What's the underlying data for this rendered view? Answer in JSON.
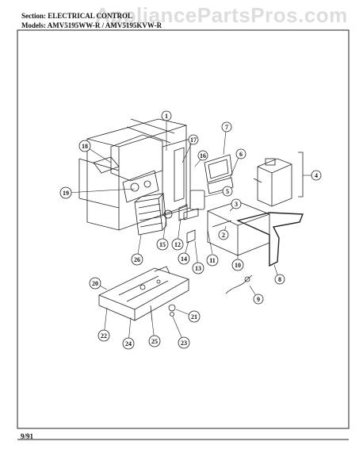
{
  "watermark": "AppliancePartsPros.com",
  "header": {
    "section_line": "Section: ELECTRICAL CONTROL",
    "models_line": "Models: AMV5195WW-R / AMV5195KVW-R"
  },
  "footer": {
    "date": "9/91"
  },
  "callouts": [
    "1",
    "2",
    "3",
    "4",
    "5",
    "6",
    "7",
    "8",
    "9",
    "10",
    "11",
    "12",
    "13",
    "14",
    "15",
    "16",
    "17",
    "18",
    "19",
    "20",
    "21",
    "22",
    "23",
    "24",
    "25",
    "26"
  ]
}
